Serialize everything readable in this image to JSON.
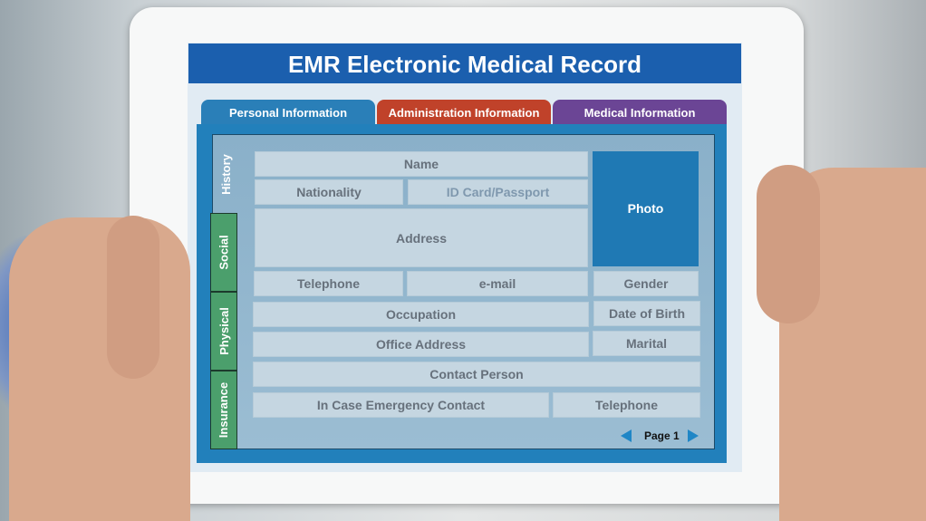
{
  "header": {
    "title": "EMR Electronic Medical Record"
  },
  "tabs": [
    {
      "label": "Personal Information",
      "color": "#2a7fb8"
    },
    {
      "label": "Administration Information",
      "color": "#c0422a"
    },
    {
      "label": "Medical  Information",
      "color": "#6b4595"
    }
  ],
  "side_tabs": [
    "History",
    "Social",
    "Physical",
    "Insurance"
  ],
  "fields": {
    "name": "Name",
    "nationality": "Nationality",
    "id_card": "ID Card/Passport",
    "address": "Address",
    "photo": "Photo",
    "telephone": "Telephone",
    "email": "e-mail",
    "gender": "Gender",
    "occupation": "Occupation",
    "dob": "Date of Birth",
    "office_address": "Office Address",
    "marital": "Marital",
    "contact_person": "Contact Person",
    "emergency_contact": "In Case Emergency Contact",
    "emergency_telephone": "Telephone"
  },
  "pagination": {
    "label": "Page 1"
  }
}
